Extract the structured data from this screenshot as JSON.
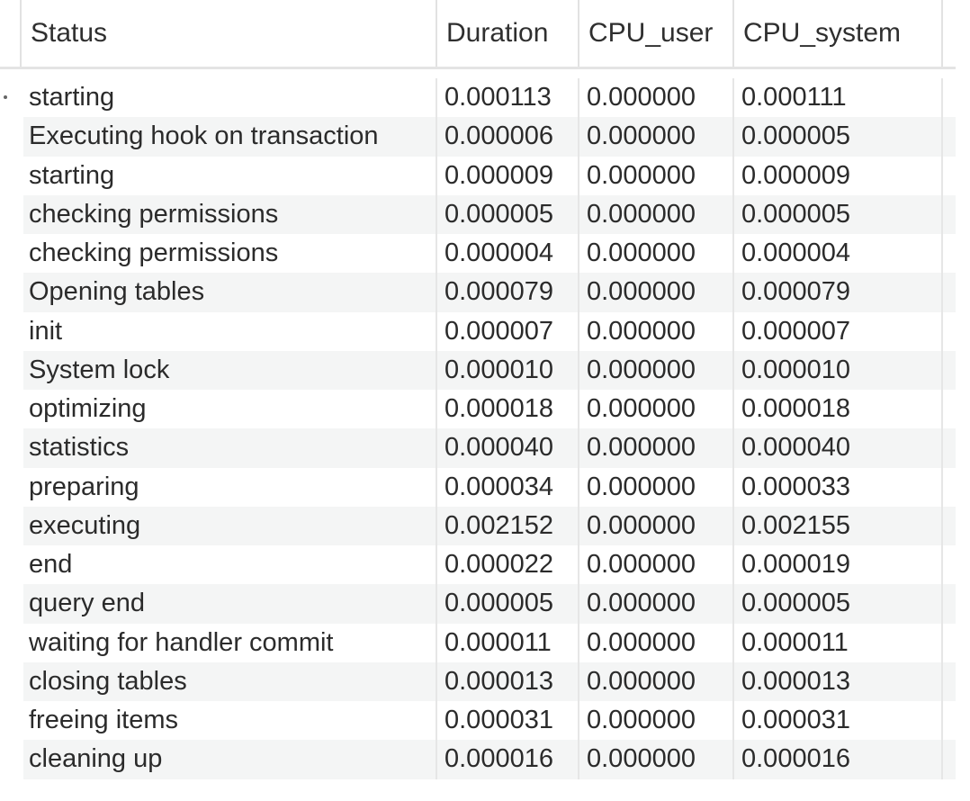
{
  "table": {
    "columns": [
      "Status",
      "Duration",
      "CPU_user",
      "CPU_system"
    ],
    "rows": [
      {
        "status": "starting",
        "duration": "0.000113",
        "cpu_user": "0.000000",
        "cpu_system": "0.000111"
      },
      {
        "status": "Executing hook on transaction",
        "duration": "0.000006",
        "cpu_user": "0.000000",
        "cpu_system": "0.000005"
      },
      {
        "status": "starting",
        "duration": "0.000009",
        "cpu_user": "0.000000",
        "cpu_system": "0.000009"
      },
      {
        "status": "checking permissions",
        "duration": "0.000005",
        "cpu_user": "0.000000",
        "cpu_system": "0.000005"
      },
      {
        "status": "checking permissions",
        "duration": "0.000004",
        "cpu_user": "0.000000",
        "cpu_system": "0.000004"
      },
      {
        "status": "Opening tables",
        "duration": "0.000079",
        "cpu_user": "0.000000",
        "cpu_system": "0.000079"
      },
      {
        "status": "init",
        "duration": "0.000007",
        "cpu_user": "0.000000",
        "cpu_system": "0.000007"
      },
      {
        "status": "System lock",
        "duration": "0.000010",
        "cpu_user": "0.000000",
        "cpu_system": "0.000010"
      },
      {
        "status": "optimizing",
        "duration": "0.000018",
        "cpu_user": "0.000000",
        "cpu_system": "0.000018"
      },
      {
        "status": "statistics",
        "duration": "0.000040",
        "cpu_user": "0.000000",
        "cpu_system": "0.000040"
      },
      {
        "status": "preparing",
        "duration": "0.000034",
        "cpu_user": "0.000000",
        "cpu_system": "0.000033"
      },
      {
        "status": "executing",
        "duration": "0.002152",
        "cpu_user": "0.000000",
        "cpu_system": "0.002155"
      },
      {
        "status": "end",
        "duration": "0.000022",
        "cpu_user": "0.000000",
        "cpu_system": "0.000019"
      },
      {
        "status": "query end",
        "duration": "0.000005",
        "cpu_user": "0.000000",
        "cpu_system": "0.000005"
      },
      {
        "status": "waiting for handler commit",
        "duration": "0.000011",
        "cpu_user": "0.000000",
        "cpu_system": "0.000011"
      },
      {
        "status": "closing tables",
        "duration": "0.000013",
        "cpu_user": "0.000000",
        "cpu_system": "0.000013"
      },
      {
        "status": "freeing items",
        "duration": "0.000031",
        "cpu_user": "0.000000",
        "cpu_system": "0.000031"
      },
      {
        "status": "cleaning up",
        "duration": "0.000016",
        "cpu_user": "0.000000",
        "cpu_system": "0.000016"
      }
    ]
  }
}
